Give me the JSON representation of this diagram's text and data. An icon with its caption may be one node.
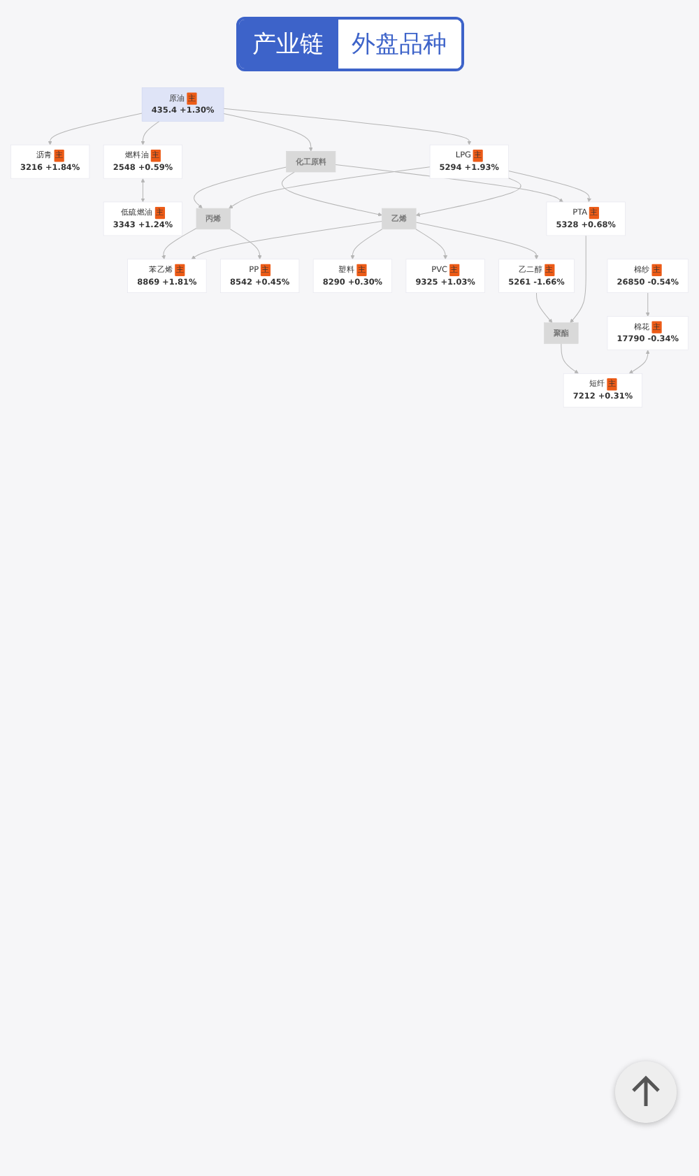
{
  "diagram": {
    "nodes": [
      {
        "text": [
          "原油",
          "主",
          "435.4 +1.30%"
        ]
      },
      {
        "text": [
          "沥青",
          "主",
          "3216 +1.84%"
        ]
      },
      {
        "text": [
          "燃料油",
          "主",
          "2548 +0.59%"
        ]
      },
      {
        "text": [
          "化工原料"
        ]
      },
      {
        "text": [
          "LPG",
          "主",
          "5294 +1.93%"
        ]
      },
      {
        "text": [
          "低硫燃油",
          "主",
          "3343 +1.24%"
        ]
      },
      {
        "text": [
          "丙烯"
        ]
      },
      {
        "text": [
          "乙烯"
        ]
      },
      {
        "text": [
          "PTA",
          "主",
          "5328 +0.68%"
        ]
      },
      {
        "text": [
          "苯乙烯",
          "主",
          "8869 +1.81%"
        ]
      },
      {
        "text": [
          "PP",
          "主",
          "8542 +0.45%"
        ]
      },
      {
        "text": [
          "塑料",
          "主",
          "8290 +0.30%"
        ]
      },
      {
        "text": [
          "PVC",
          "主",
          "9325 +1.03%"
        ]
      },
      {
        "text": [
          "乙二醇",
          "主",
          "5261 -1.66%"
        ]
      },
      {
        "text": [
          "聚酯"
        ]
      },
      {
        "text": [
          "棉纱",
          "主",
          "26850 -0.54%"
        ]
      },
      {
        "text": [
          "棉花",
          "主",
          "17790 -0.34%"
        ]
      },
      {
        "text": [
          "短纤",
          "主",
          "7212 +0.31%"
        ]
      }
    ],
    "edges": [
      {
        "from": 0,
        "to": 1,
        "arrow": "to"
      },
      {
        "from": 0,
        "to": 2,
        "arrow": "to"
      },
      {
        "from": 0,
        "to": 3,
        "arrow": "to"
      },
      {
        "from": 0,
        "to": 4,
        "arrow": "to"
      },
      {
        "from": 2,
        "to": 5,
        "arrow": "both"
      },
      {
        "from": 3,
        "to": 6,
        "arrow": "to"
      },
      {
        "from": 3,
        "to": 7,
        "arrow": "to"
      },
      {
        "from": 3,
        "to": 8,
        "arrow": "to"
      },
      {
        "from": 4,
        "to": 6,
        "arrow": "to"
      },
      {
        "from": 4,
        "to": 7,
        "arrow": "to"
      },
      {
        "from": 4,
        "to": 8,
        "arrow": "to"
      },
      {
        "from": 6,
        "to": 9,
        "arrow": "to"
      },
      {
        "from": 6,
        "to": 10,
        "arrow": "to"
      },
      {
        "from": 7,
        "to": 9,
        "arrow": "to"
      },
      {
        "from": 7,
        "to": 11,
        "arrow": "to"
      },
      {
        "from": 7,
        "to": 12,
        "arrow": "to"
      },
      {
        "from": 7,
        "to": 13,
        "arrow": "to"
      },
      {
        "from": 13,
        "to": 14,
        "arrow": "to"
      },
      {
        "from": 8,
        "to": 14,
        "arrow": "to"
      },
      {
        "from": 14,
        "to": 17,
        "arrow": "to"
      },
      {
        "from": 15,
        "to": 16,
        "arrow": "to"
      },
      {
        "from": 16,
        "to": 17,
        "arrow": "both"
      }
    ],
    "labels": [
      "产业链",
      "外盘品种"
    ]
  }
}
